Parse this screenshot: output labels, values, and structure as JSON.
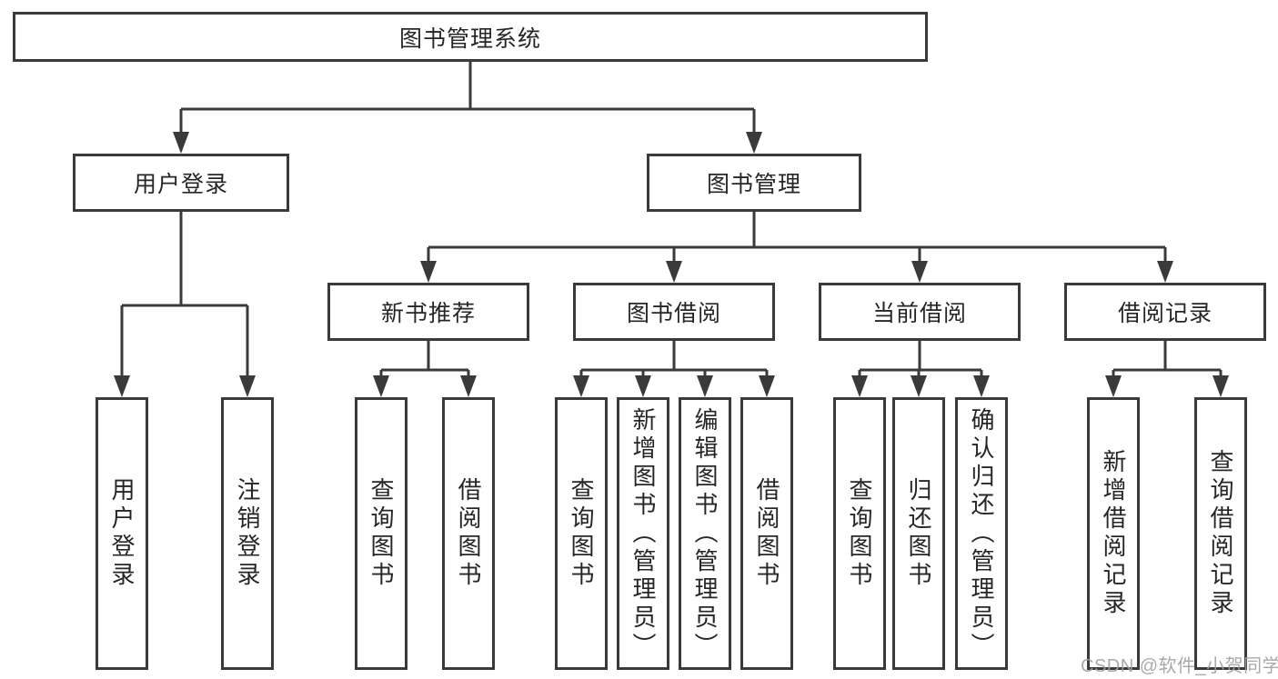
{
  "tree": {
    "root": {
      "label": "图书管理系统"
    },
    "branches": [
      {
        "label": "用户登录",
        "leaves": [
          {
            "label": "用户登录"
          },
          {
            "label": "注销登录"
          }
        ]
      },
      {
        "label": "图书管理",
        "groups": [
          {
            "label": "新书推荐",
            "leaves": [
              {
                "label": "查询图书"
              },
              {
                "label": "借阅图书"
              }
            ]
          },
          {
            "label": "图书借阅",
            "leaves": [
              {
                "label": "查询图书"
              },
              {
                "label": "新增图书（管理员）"
              },
              {
                "label": "编辑图书（管理员）"
              },
              {
                "label": "借阅图书"
              }
            ]
          },
          {
            "label": "当前借阅",
            "leaves": [
              {
                "label": "查询图书"
              },
              {
                "label": "归还图书"
              },
              {
                "label": "确认归还（管理员）"
              }
            ]
          },
          {
            "label": "借阅记录",
            "leaves": [
              {
                "label": "新增借阅记录"
              },
              {
                "label": "查询借阅记录"
              }
            ]
          }
        ]
      }
    ]
  },
  "watermark": "CSDN @软件_小贺同学",
  "colors": {
    "line": "#3a3a3a",
    "text": "#262626",
    "background": "#ffffff",
    "watermark": "#a0a0a0"
  }
}
